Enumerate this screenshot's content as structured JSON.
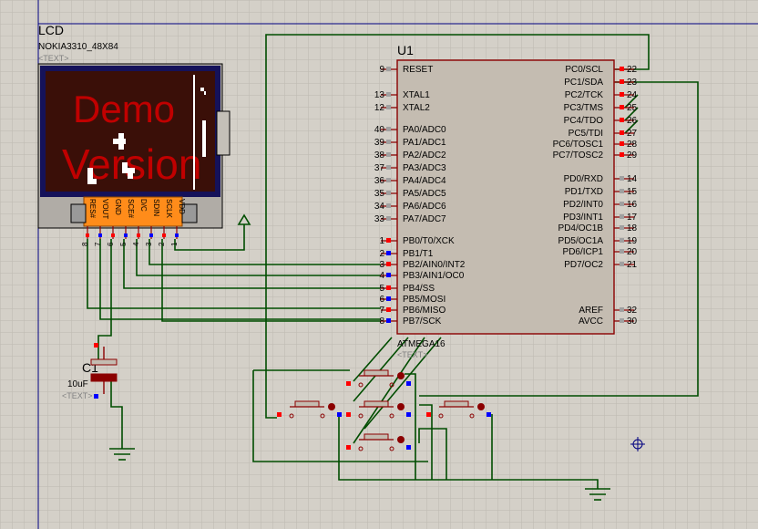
{
  "colors": {
    "wire": "#004d00",
    "body": "#c4bcb1",
    "outline": "#8b0000",
    "pin_red": "#ff0000",
    "pin_blue": "#0000ff",
    "lcd_bg": "#3a0f08",
    "lcd_frame": "#15125a",
    "lcd_text": "#c00000",
    "connector": "#ff8c1a",
    "grid": "#bdb9b0"
  },
  "lcd": {
    "ref": "LCD",
    "model": "NOKIA3310_48X84",
    "text_tag": "<TEXT>",
    "display_line1": "Demo",
    "display_line2": "Version",
    "pin_labels": [
      "RES#",
      "VOUT",
      "GND",
      "SCE#",
      "D/C",
      "SDIN",
      "SCLK",
      "VDD"
    ],
    "pin_numbers": [
      "8",
      "7",
      "6",
      "5",
      "4",
      "3",
      "2",
      "1"
    ]
  },
  "mcu": {
    "ref": "U1",
    "part": "ATMEGA16",
    "text_tag": "<TEXT>",
    "left_pins": [
      {
        "num": "9",
        "name": "RESET"
      },
      {
        "num": "13",
        "name": "XTAL1"
      },
      {
        "num": "12",
        "name": "XTAL2"
      },
      {
        "num": "40",
        "name": "PA0/ADC0"
      },
      {
        "num": "39",
        "name": "PA1/ADC1"
      },
      {
        "num": "38",
        "name": "PA2/ADC2"
      },
      {
        "num": "37",
        "name": "PA3/ADC3"
      },
      {
        "num": "36",
        "name": "PA4/ADC4"
      },
      {
        "num": "35",
        "name": "PA5/ADC5"
      },
      {
        "num": "34",
        "name": "PA6/ADC6"
      },
      {
        "num": "33",
        "name": "PA7/ADC7"
      },
      {
        "num": "1",
        "name": "PB0/T0/XCK"
      },
      {
        "num": "2",
        "name": "PB1/T1"
      },
      {
        "num": "3",
        "name": "PB2/AIN0/INT2"
      },
      {
        "num": "4",
        "name": "PB3/AIN1/OC0"
      },
      {
        "num": "5",
        "name": "PB4/SS"
      },
      {
        "num": "6",
        "name": "PB5/MOSI"
      },
      {
        "num": "7",
        "name": "PB6/MISO"
      },
      {
        "num": "8",
        "name": "PB7/SCK"
      }
    ],
    "right_pins": [
      {
        "num": "22",
        "name": "PC0/SCL"
      },
      {
        "num": "23",
        "name": "PC1/SDA"
      },
      {
        "num": "24",
        "name": "PC2/TCK"
      },
      {
        "num": "25",
        "name": "PC3/TMS"
      },
      {
        "num": "26",
        "name": "PC4/TDO"
      },
      {
        "num": "27",
        "name": "PC5/TDI"
      },
      {
        "num": "28",
        "name": "PC6/TOSC1"
      },
      {
        "num": "29",
        "name": "PC7/TOSC2"
      },
      {
        "num": "14",
        "name": "PD0/RXD"
      },
      {
        "num": "15",
        "name": "PD1/TXD"
      },
      {
        "num": "16",
        "name": "PD2/INT0"
      },
      {
        "num": "17",
        "name": "PD3/INT1"
      },
      {
        "num": "18",
        "name": "PD4/OC1B"
      },
      {
        "num": "19",
        "name": "PD5/OC1A"
      },
      {
        "num": "20",
        "name": "PD6/ICP1"
      },
      {
        "num": "21",
        "name": "PD7/OC2"
      },
      {
        "num": "32",
        "name": "AREF"
      },
      {
        "num": "30",
        "name": "AVCC"
      }
    ]
  },
  "capacitor": {
    "ref": "C1",
    "value": "10uF",
    "text_tag": "<TEXT>"
  }
}
